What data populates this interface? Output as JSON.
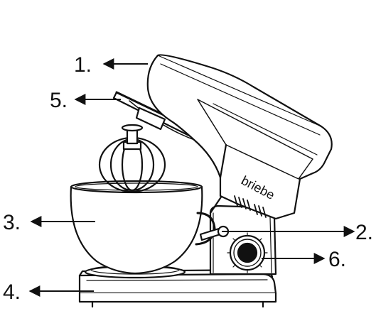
{
  "diagram": {
    "brand": "briebe",
    "callouts": [
      {
        "id": "1",
        "label": "1.",
        "part": "head-cover"
      },
      {
        "id": "2",
        "label": "2.",
        "part": "tilt-lock-lever"
      },
      {
        "id": "3",
        "label": "3.",
        "part": "mixing-bowl"
      },
      {
        "id": "4",
        "label": "4.",
        "part": "base"
      },
      {
        "id": "5",
        "label": "5.",
        "part": "splash-guard"
      },
      {
        "id": "6",
        "label": "6.",
        "part": "speed-knob"
      }
    ]
  },
  "colors": {
    "ink": "#111111",
    "background": "#ffffff"
  }
}
